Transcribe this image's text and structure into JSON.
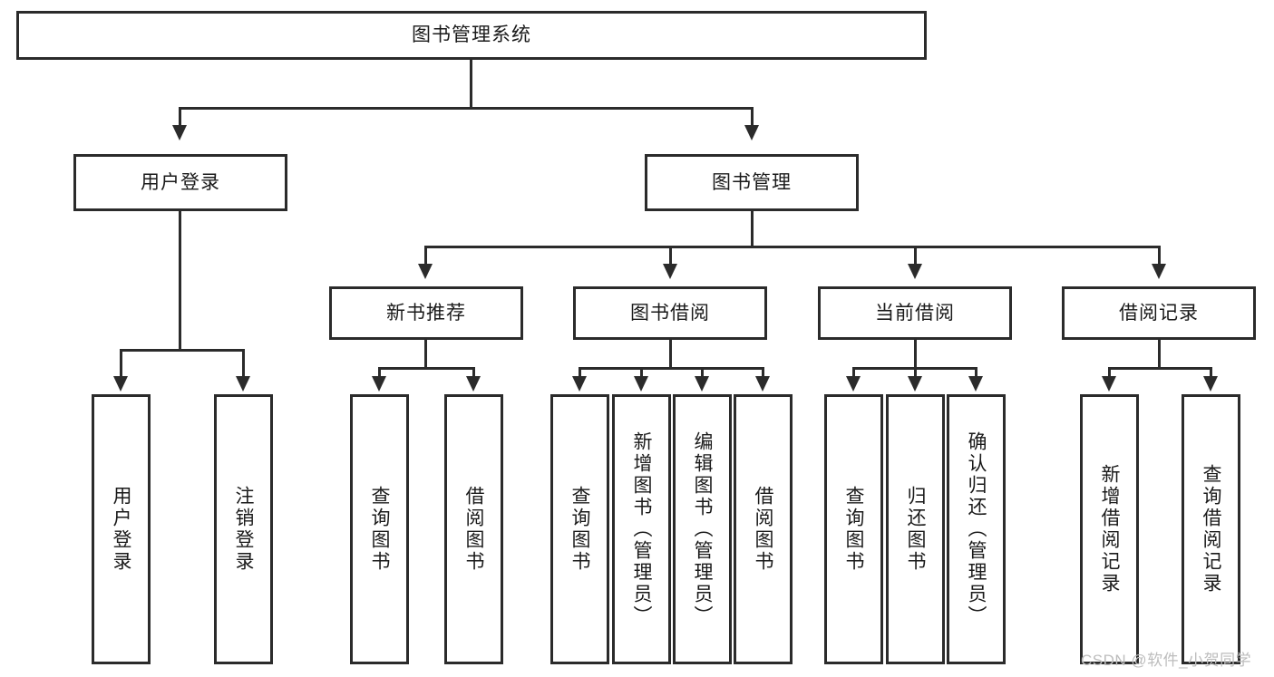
{
  "diagram": {
    "title": "图书管理系统",
    "type": "function-structure-tree",
    "root": {
      "label": "图书管理系统"
    },
    "level2": [
      {
        "label": "用户登录"
      },
      {
        "label": "图书管理"
      }
    ],
    "level3": [
      {
        "label": "新书推荐"
      },
      {
        "label": "图书借阅"
      },
      {
        "label": "当前借阅"
      },
      {
        "label": "借阅记录"
      }
    ],
    "leaves": {
      "user_login": [
        {
          "label": "用户登录"
        },
        {
          "label": "注销登录"
        }
      ],
      "new_book_recommend": [
        {
          "label": "查询图书"
        },
        {
          "label": "借阅图书"
        }
      ],
      "book_borrow": [
        {
          "label": "查询图书"
        },
        {
          "label": "新增图书（管理员）"
        },
        {
          "label": "编辑图书（管理员）"
        },
        {
          "label": "借阅图书"
        }
      ],
      "current_borrow": [
        {
          "label": "查询图书"
        },
        {
          "label": "归还图书"
        },
        {
          "label": "确认归还（管理员）"
        }
      ],
      "borrow_record": [
        {
          "label": "新增借阅记录"
        },
        {
          "label": "查询借阅记录"
        }
      ]
    }
  },
  "watermark": {
    "text": "CSDN @软件_小贺同学"
  },
  "colors": {
    "stroke": "#2b2b2b",
    "background": "#ffffff",
    "text": "#1a1a1a",
    "watermark": "#bdbdbd"
  }
}
